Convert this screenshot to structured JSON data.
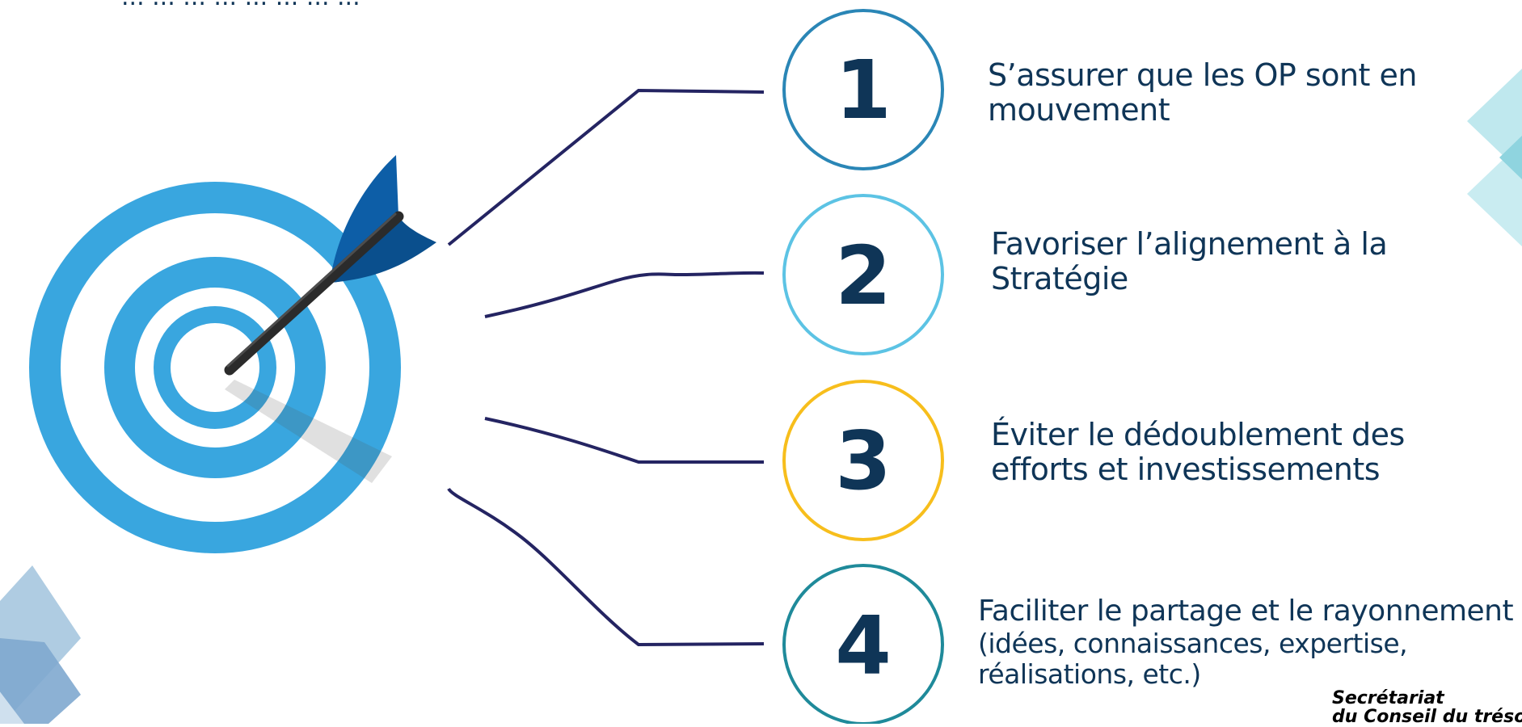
{
  "top_text": "... ... ... ... ... ... ... ...",
  "objectives": [
    {
      "number": "1",
      "line1": "S’assurer que les OP sont en",
      "line2": "mouvement",
      "ring_color": "#2a86b6"
    },
    {
      "number": "2",
      "line1": "Favoriser l’alignement à la",
      "line2": "Stratégie",
      "ring_color": "#5cc3e4"
    },
    {
      "number": "3",
      "line1": "Éviter le dédoublement des",
      "line2": "efforts et investissements",
      "ring_color": "#f7be1c"
    },
    {
      "number": "4",
      "line1": "Faciliter le partage et le rayonnement",
      "line2": "(idées, connaissances, expertise,",
      "line3": "réalisations, etc.)",
      "ring_color": "#1f8a9a"
    }
  ],
  "footer_logo": {
    "line1": "Secrétariat",
    "line2": "du Conseil du trésor"
  },
  "colors": {
    "target_blue": "#39a6df",
    "arrow_shaft": "#2b2b2b",
    "arrow_fletch": "#0d5ea7",
    "connector": "#242462",
    "number_text": "#0f3557",
    "decor_teal": "#a9e1e9",
    "decor_blue": "#9fc1dd"
  }
}
